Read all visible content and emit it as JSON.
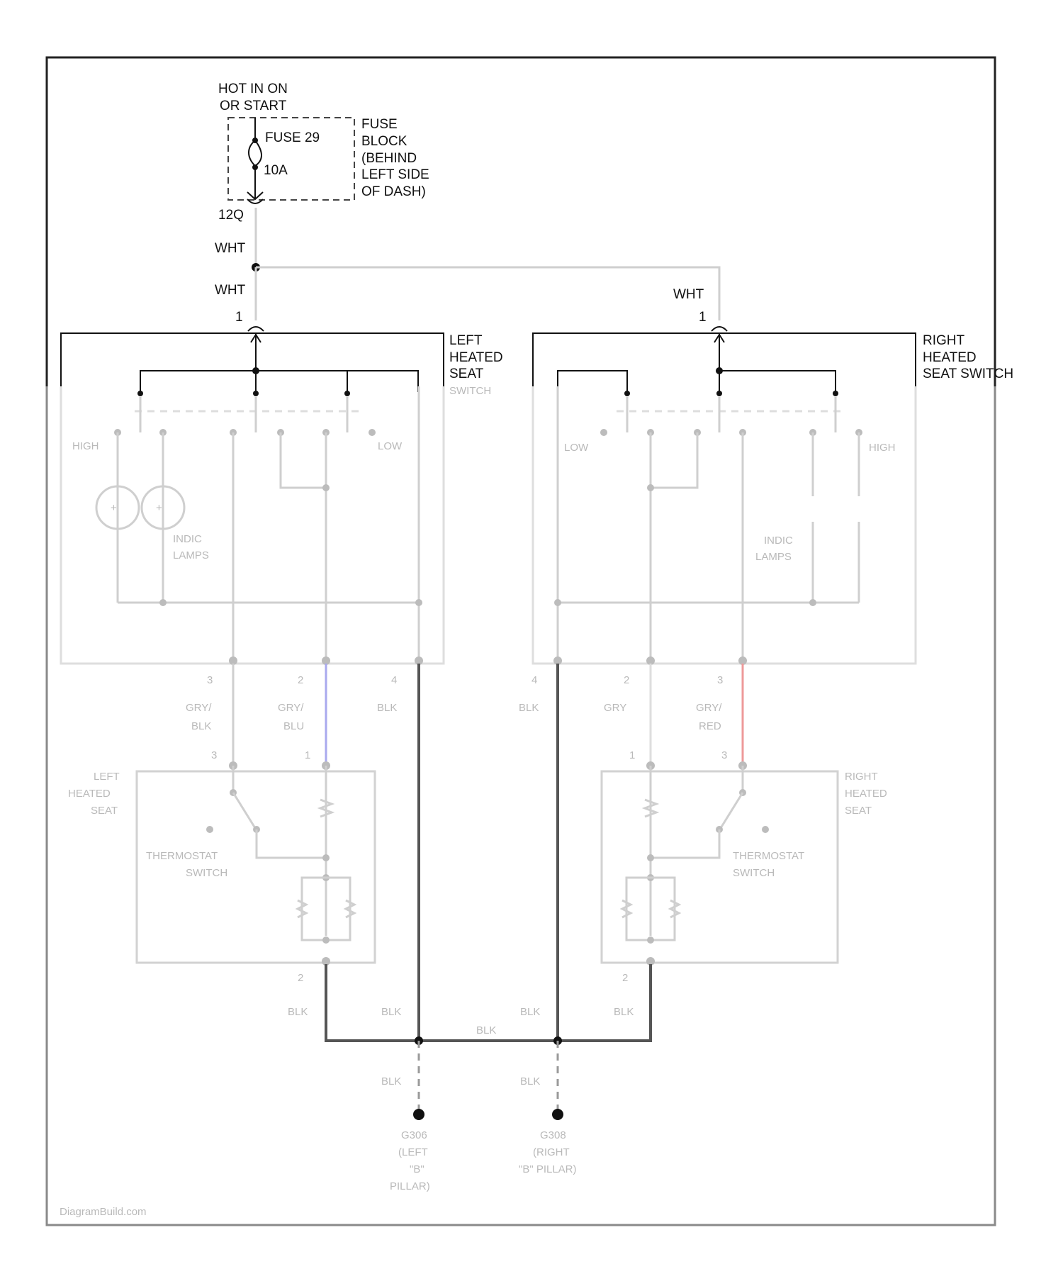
{
  "power": {
    "hot_line1": "HOT IN ON",
    "hot_line2": "OR START",
    "fuse_name": "FUSE 29",
    "fuse_rating": "10A",
    "fuse_block": [
      "FUSE",
      "BLOCK",
      "(BEHIND",
      "LEFT SIDE",
      "OF DASH)"
    ],
    "connector": "12Q"
  },
  "wires": {
    "wht_upper": "WHT",
    "wht_lower": "WHT",
    "wht_right": "WHT"
  },
  "left_switch": {
    "pin_top": "1",
    "label": [
      "LEFT",
      "HEATED",
      "SEAT",
      "SWITCH"
    ],
    "high": "HIGH",
    "low": "LOW",
    "lamps": [
      "INDIC",
      "LAMPS"
    ],
    "pins": [
      "3",
      "2",
      "4"
    ]
  },
  "right_switch": {
    "pin_top": "1",
    "label": [
      "RIGHT",
      "HEATED",
      "SEAT SWITCH"
    ],
    "high": "HIGH",
    "low": "LOW",
    "lamps": [
      "INDIC",
      "LAMPS"
    ],
    "pins": [
      "4",
      "2",
      "3"
    ]
  },
  "left_wires": {
    "w1": [
      "GRY/",
      "BLK"
    ],
    "w2": [
      "GRY/",
      "BLU"
    ],
    "w3": "BLK"
  },
  "right_wires": {
    "w1": "BLK",
    "w2": "GRY",
    "w3": [
      "GRY/",
      "RED"
    ]
  },
  "left_seat": {
    "pins_top": [
      "3",
      "1"
    ],
    "label": [
      "LEFT",
      "HEATED",
      "SEAT"
    ],
    "thermostat": [
      "THERMOSTAT",
      "SWITCH"
    ],
    "pin_bottom": "2"
  },
  "right_seat": {
    "pins_top": [
      "1",
      "3"
    ],
    "label": [
      "RIGHT",
      "HEATED",
      "SEAT"
    ],
    "thermostat": [
      "THERMOSTAT",
      "SWITCH"
    ],
    "pin_bottom": "2"
  },
  "ground": {
    "blk": "BLK",
    "left_ground": [
      "G306",
      "(LEFT",
      "\"B\"",
      "PILLAR)"
    ],
    "right_ground": [
      "G308",
      "(RIGHT",
      "\"B\" PILLAR)"
    ]
  },
  "watermark": "DiagramBuild.com",
  "colors": {
    "line": "#111111",
    "faded_wire": "#cfcfcf",
    "gry_blu_stripe": "#a9a9ee",
    "gry_red_stripe": "#ee9a9a",
    "ground_wire": "#555555"
  }
}
